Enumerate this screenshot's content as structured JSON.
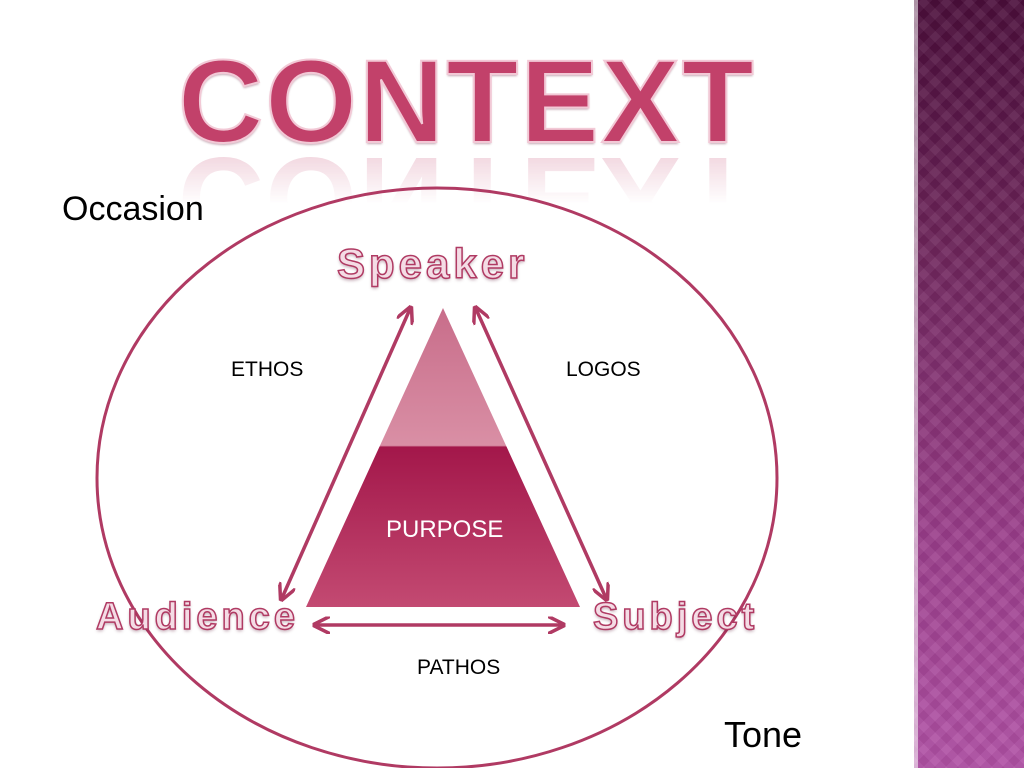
{
  "slide": {
    "title": "CONTEXT",
    "outer_labels": {
      "occasion": "Occasion",
      "tone": "Tone"
    },
    "nodes": {
      "speaker": "Speaker",
      "audience": "Audience",
      "subject": "Subject"
    },
    "appeals": {
      "ethos": "ETHOS",
      "logos": "LOGOS",
      "pathos": "PATHOS"
    },
    "center": "PURPOSE"
  },
  "colors": {
    "accent": "#c2416a",
    "circle_stroke": "#b03a63",
    "arrow": "#b03a63",
    "pyramid_top": "#cf7b93",
    "pyramid_bottom": "#a3174a",
    "side_band": "#6b2358"
  }
}
